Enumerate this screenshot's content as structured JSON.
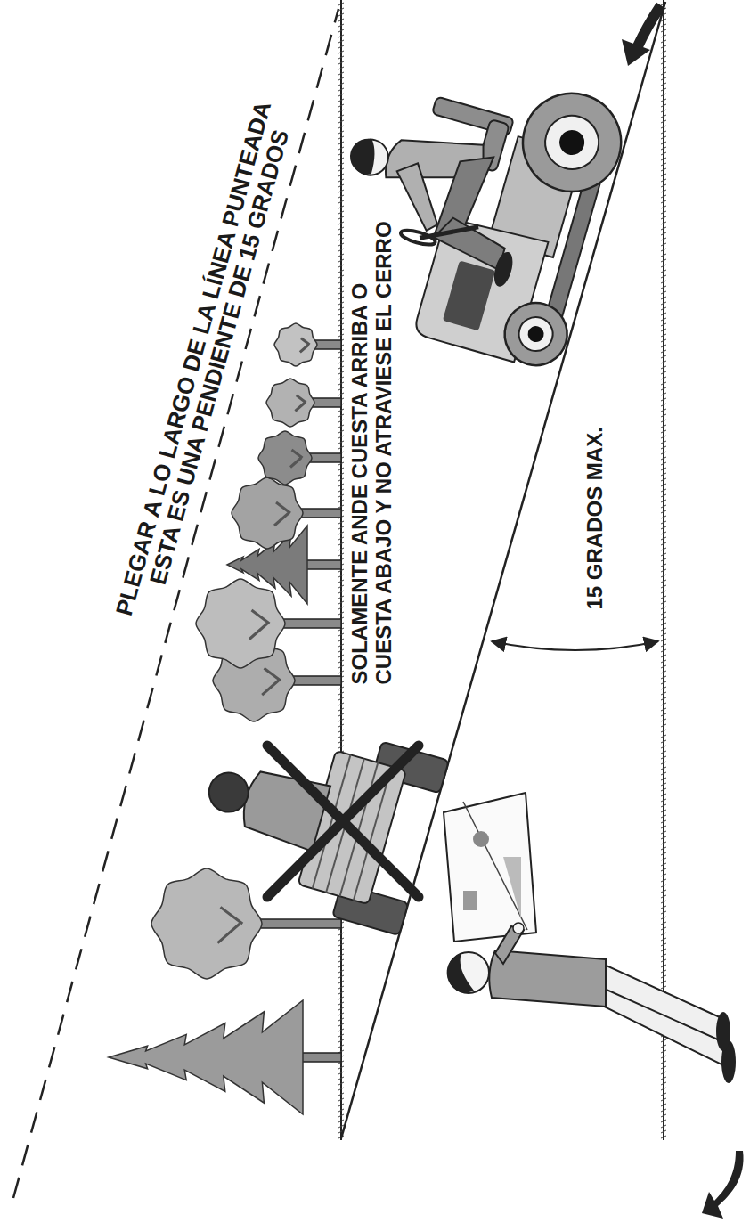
{
  "diagram": {
    "labels": [
      "PLEGAR A LO LARGO DE LA LÍNEA PUNTEADA",
      "ESTA ES UNA PENDIENTE DE 15 GRADOS",
      "SOLAMENTE ANDE CUESTA ARRIBA O CUESTA ABAJO Y NO ATRAVIESE EL CERRO",
      "15 GRADOS MAX."
    ]
  }
}
